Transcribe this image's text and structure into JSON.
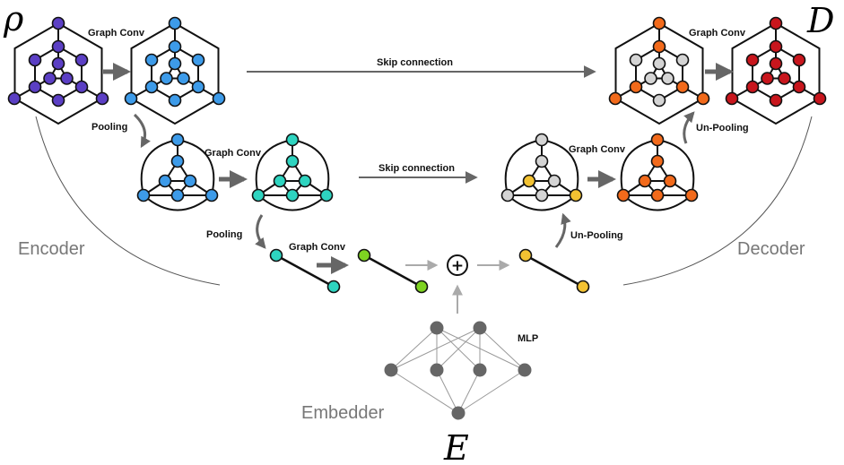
{
  "symbols": {
    "rho": "ρ",
    "d": "D",
    "e": "E"
  },
  "labels": {
    "graph_conv_1": "Graph Conv",
    "graph_conv_2": "Graph Conv",
    "graph_conv_3": "Graph Conv",
    "graph_conv_4": "Graph Conv",
    "graph_conv_5": "Graph Conv",
    "skip_1": "Skip connection",
    "skip_2": "Skip connection",
    "pooling_1": "Pooling",
    "pooling_2": "Pooling",
    "unpooling_1": "Un-Pooling",
    "unpooling_2": "Un-Pooling",
    "mlp": "MLP",
    "encoder": "Encoder",
    "decoder": "Decoder",
    "embedder": "Embedder",
    "plus": "+"
  },
  "colors": {
    "purple": "#5b3fc4",
    "blue": "#3d9be9",
    "teal": "#2ed4c0",
    "green": "#7ed321",
    "yellow": "#f3c232",
    "grey": "#d4d4d4",
    "orange": "#f26a1b",
    "red": "#c8161d",
    "mlp_node": "#666666",
    "arrow": "#666666",
    "arrow_light": "#aaaaaa"
  },
  "graphs": [
    {
      "name": "hex-graph-input",
      "type": "hex",
      "colors": [
        "purple"
      ]
    },
    {
      "name": "hex-graph-conv",
      "type": "hex",
      "colors": [
        "blue"
      ]
    },
    {
      "name": "hex-graph-skip",
      "type": "hex",
      "colors": [
        "orange",
        "grey"
      ]
    },
    {
      "name": "hex-graph-output",
      "type": "hex",
      "colors": [
        "red"
      ]
    },
    {
      "name": "tri-graph-pooled",
      "type": "tri",
      "colors": [
        "blue"
      ]
    },
    {
      "name": "tri-graph-conv",
      "type": "tri",
      "colors": [
        "teal"
      ]
    },
    {
      "name": "tri-graph-skip",
      "type": "tri",
      "colors": [
        "grey",
        "yellow"
      ]
    },
    {
      "name": "tri-graph-unpooled",
      "type": "tri",
      "colors": [
        "orange"
      ]
    },
    {
      "name": "edge-graph-pooled",
      "type": "edge",
      "colors": [
        "teal"
      ]
    },
    {
      "name": "edge-graph-conv",
      "type": "edge",
      "colors": [
        "green"
      ]
    },
    {
      "name": "edge-graph-decoded",
      "type": "edge",
      "colors": [
        "yellow"
      ]
    }
  ]
}
